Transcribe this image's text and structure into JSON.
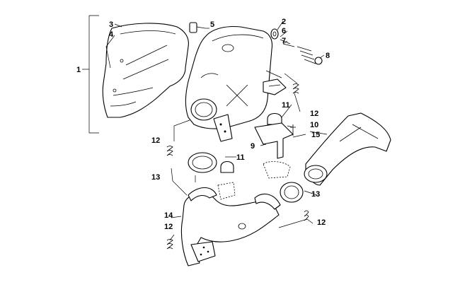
{
  "callouts": [
    {
      "id": "c1",
      "text": "1"
    },
    {
      "id": "c2",
      "text": "2"
    },
    {
      "id": "c3",
      "text": "3"
    },
    {
      "id": "c4",
      "text": "4"
    },
    {
      "id": "c5",
      "text": "5"
    },
    {
      "id": "c6",
      "text": "6"
    },
    {
      "id": "c7",
      "text": "7"
    },
    {
      "id": "c8",
      "text": "8"
    },
    {
      "id": "c9",
      "text": "9"
    },
    {
      "id": "c10",
      "text": "10"
    },
    {
      "id": "c11a",
      "text": "11"
    },
    {
      "id": "c11b",
      "text": "11"
    },
    {
      "id": "c12a",
      "text": "12"
    },
    {
      "id": "c12b",
      "text": "12"
    },
    {
      "id": "c12c",
      "text": "12"
    },
    {
      "id": "c12d",
      "text": "12"
    },
    {
      "id": "c13a",
      "text": "13"
    },
    {
      "id": "c13b",
      "text": "13"
    },
    {
      "id": "c14",
      "text": "14"
    },
    {
      "id": "c15",
      "text": "15"
    }
  ]
}
